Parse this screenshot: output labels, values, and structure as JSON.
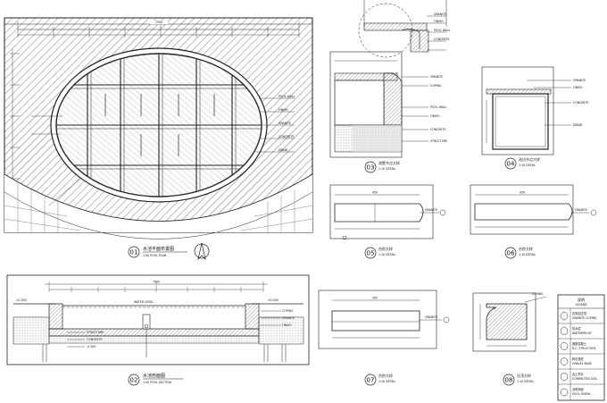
{
  "detail_titles": {
    "d01": "水池平面布置图",
    "d01_sub": "1:50 POOL PLAN",
    "d02": "水池剖面图",
    "d02_sub": "1:50 POOL SECTION",
    "d03": "池壁节点大样",
    "d03_sub": "1:10 DETAIL",
    "d04": "池边节点大样",
    "d04_sub": "1:10 DETAIL",
    "d05": "台阶大样",
    "d05_sub": "1:10 DETAIL",
    "d06": "台阶大样",
    "d06_sub": "1:10 DETAIL",
    "d07": "台阶大样",
    "d07_sub": "1:10 DETAIL",
    "d08": "压顶大样",
    "d08_sub": "1:10 DETAIL"
  },
  "detail_numbers": {
    "n01": "01",
    "n02": "02",
    "n03": "03",
    "n04": "04",
    "n05": "05",
    "n06": "06",
    "n07": "07",
    "n08": "08"
  },
  "annotations": {
    "plan_top_dim": "7500",
    "section_top_dim": "7500",
    "water_level": "WATER LEVEL",
    "pool_wall": "POOL WALL",
    "finish": "FINISH",
    "granite": "GRANITE",
    "concrete": "CONCRETE",
    "step_dim": "450",
    "step_dim2": "300",
    "coping": "COPING",
    "structure": "STRUCTURE",
    "drain": "DRAIN",
    "elev": "±0.000",
    "elev2": "-0.300"
  },
  "legend": {
    "title": "说明",
    "subtitle": "LEGEND",
    "rows": [
      "花岗岩压顶",
      "GRANITE COPING",
      "防水层",
      "WATERPROOF",
      "钢筋混凝土",
      "R.C. STRUCTURE",
      "碎石垫层",
      "GRAVEL BASE",
      "素土夯实",
      "COMPACTED SOIL",
      "池底饰面",
      "POOL FINISH"
    ]
  }
}
